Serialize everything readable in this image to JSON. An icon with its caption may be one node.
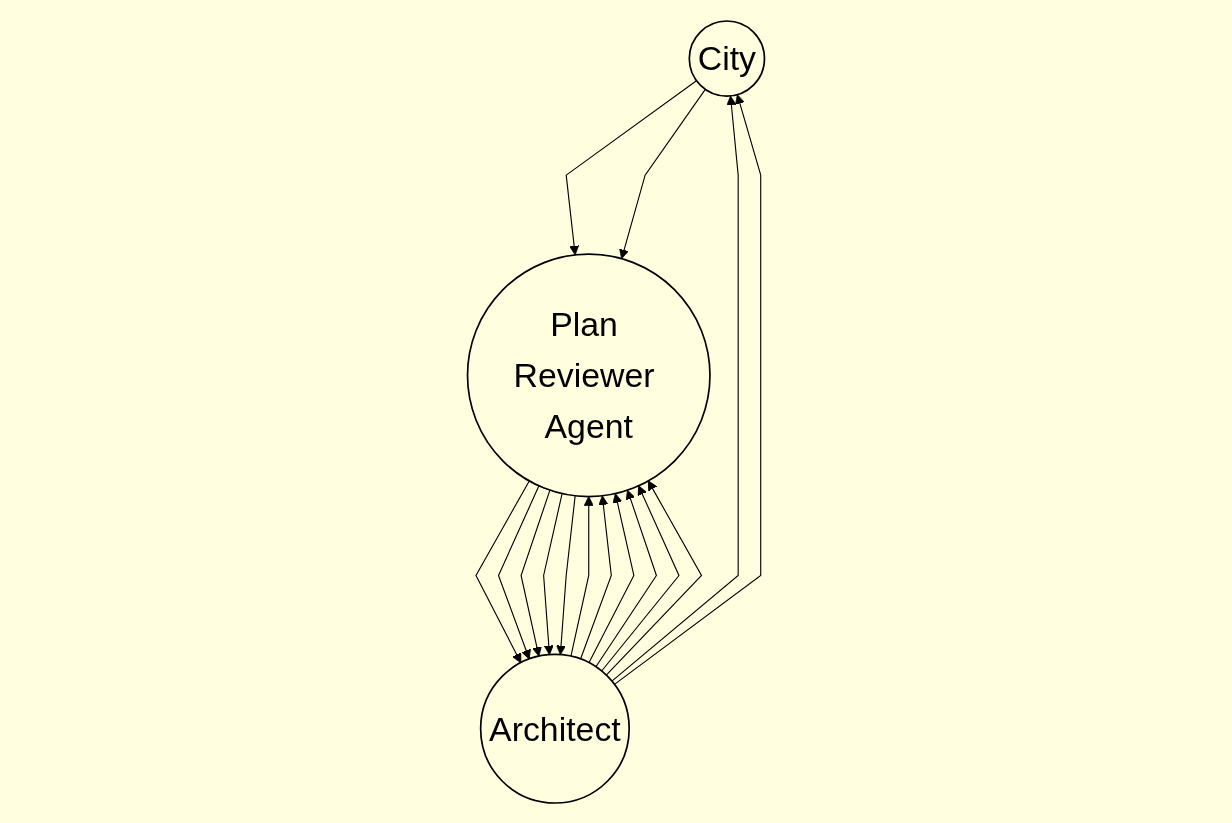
{
  "diagram": {
    "nodes": [
      {
        "text": [
          "City"
        ]
      },
      {
        "text": [
          "Architect"
        ]
      },
      {
        "text": [
          "Plan Reviewer Agent"
        ]
      }
    ],
    "edges": [
      {
        "from": 1,
        "to": 0,
        "arrow": "to"
      },
      {
        "from": 1,
        "to": 0,
        "arrow": "to"
      },
      {
        "from": 0,
        "to": 2,
        "arrow": "to"
      },
      {
        "from": 0,
        "to": 2,
        "arrow": "to"
      },
      {
        "from": 1,
        "to": 2,
        "arrow": "to"
      },
      {
        "from": 1,
        "to": 2,
        "arrow": "to"
      },
      {
        "from": 1,
        "to": 2,
        "arrow": "to"
      },
      {
        "from": 1,
        "to": 2,
        "arrow": "to"
      },
      {
        "from": 1,
        "to": 2,
        "arrow": "to"
      },
      {
        "from": 1,
        "to": 2,
        "arrow": "to"
      },
      {
        "from": 2,
        "to": 1,
        "arrow": "to"
      },
      {
        "from": 2,
        "to": 1,
        "arrow": "to"
      },
      {
        "from": 2,
        "to": 1,
        "arrow": "to"
      },
      {
        "from": 2,
        "to": 1,
        "arrow": "to"
      },
      {
        "from": 2,
        "to": 1,
        "arrow": "to"
      }
    ]
  }
}
